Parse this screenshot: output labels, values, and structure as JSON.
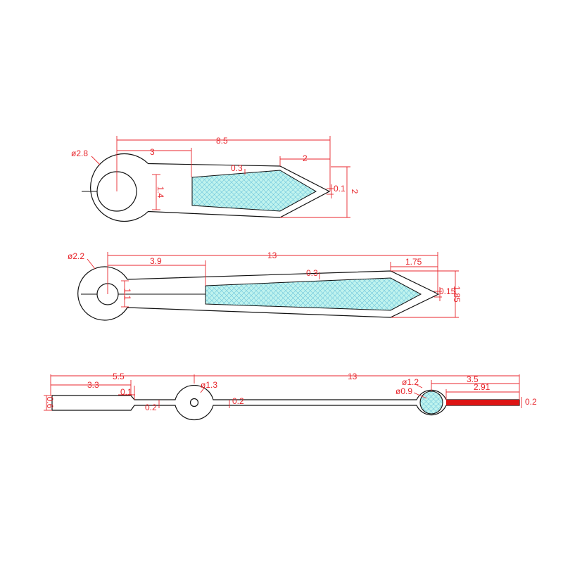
{
  "colors": {
    "outline": "#111111",
    "dimension": "#e8262c",
    "luminous_fill": "#bff3ee",
    "luminous_hatch": "#6cc4dc",
    "second_tip": "#dd1414"
  },
  "hour_hand": {
    "dia": "ø2.8",
    "len": "8.5",
    "base": "3",
    "tip": "2",
    "line_w": "0.3",
    "tip_w": "0.1",
    "width": "2",
    "neck": "1.4"
  },
  "minute_hand": {
    "dia": "ø2.2",
    "len": "13",
    "base": "3.9",
    "tip": "1.75",
    "line_w": "0.3",
    "tip_w": "0.15",
    "width": "1.85",
    "neck": "1.1"
  },
  "second_hand": {
    "len_tail": "5.5",
    "len_main": "13",
    "tail": "3.3",
    "step": "0.1",
    "tail_w": "0.6",
    "neck": "0.2",
    "hub": "ø1.3",
    "shaft": "0.2",
    "ring": "ø1.2",
    "ring_in": "ø0.9",
    "tip_len": "3.5",
    "red_len": "2.91",
    "red_w": "0.2"
  }
}
